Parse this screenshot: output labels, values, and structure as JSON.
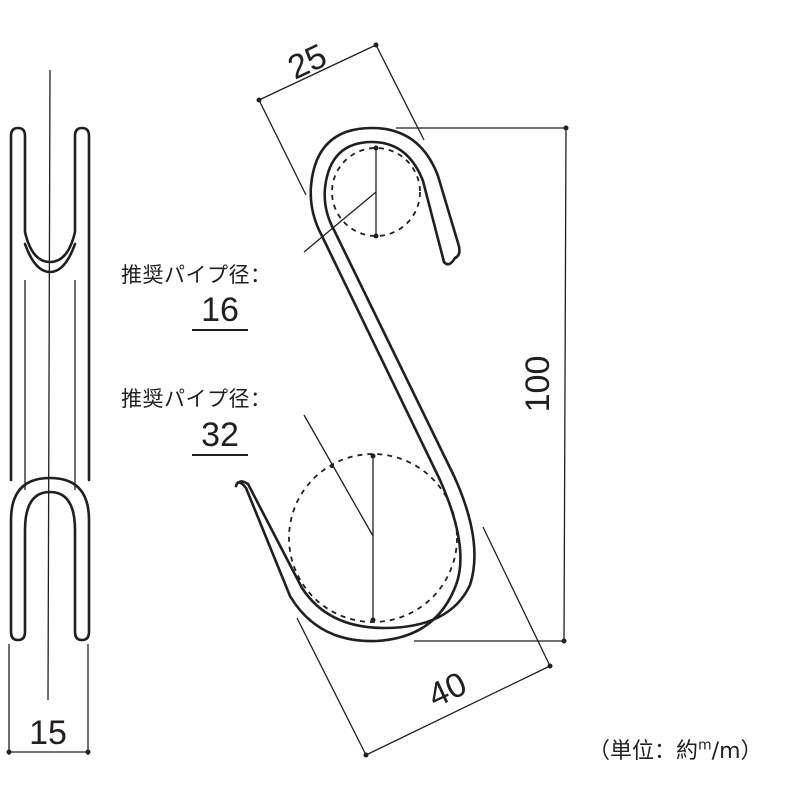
{
  "drawing": {
    "subject": "S-hook dimension drawing",
    "dimensions": {
      "width_side": "15",
      "top_hook_width": "25",
      "bottom_hook_width": "40",
      "total_height": "100"
    },
    "callouts": [
      {
        "label": "推奨パイプ径：",
        "value": "16"
      },
      {
        "label": "推奨パイプ径：",
        "value": "32"
      }
    ],
    "unit_note": {
      "prefix": "（単位：約",
      "unit_num": "m",
      "unit_den": "m",
      "suffix": "）"
    },
    "colors": {
      "line": "#231f20",
      "background": "#ffffff"
    }
  }
}
